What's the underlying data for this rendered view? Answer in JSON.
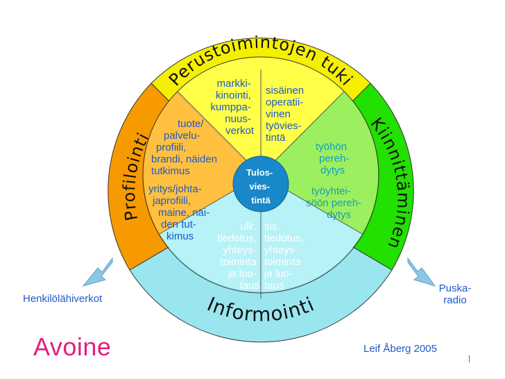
{
  "colors": {
    "yellow": "#f4f000",
    "orange": "#f79a00",
    "green": "#22e000",
    "cyan": "#9ae6ef",
    "inner_yellow": "#ffff48",
    "inner_orange": "#ffc040",
    "inner_green": "#9cf060",
    "inner_cyan": "#b6f2f6",
    "hub": "#1888c8",
    "text_blue": "#2058c8",
    "text_white": "#ffffff",
    "text_black": "#111111",
    "brand": "#e0207a",
    "arrow": "#8ec6e8"
  },
  "ring_labels": {
    "top": "Perustoimintojen tuki",
    "left": "Profilointi",
    "right": "Kiinnittäminen",
    "bottom": "Informointi"
  },
  "hub": {
    "lines": [
      "Tulos-",
      "vies-",
      "tintä"
    ]
  },
  "segments": {
    "top_left": [
      "markki-",
      "kinointi,",
      "kumppa-",
      "nuus-",
      "verkot"
    ],
    "top_right": [
      "sisäinen",
      "operatii-",
      "vinen",
      "työvies-",
      "tintä"
    ],
    "left_upper": [
      "tuote/",
      "palvelu-",
      "profiili,",
      "brandi, näiden",
      "tutkimus"
    ],
    "left_lower": [
      "yritys/johta-",
      "japrofiili,",
      "maine, näi-",
      "den tut-",
      "kimus"
    ],
    "right_upper": [
      "työhön",
      "pereh-",
      "dytys"
    ],
    "right_lower": [
      "työyhtei-",
      "söön pereh-",
      "dytys"
    ],
    "bottom_left": [
      "ulk.",
      "tiedotus,",
      "yhteys-",
      "toiminta",
      "ja luo-",
      "taus"
    ],
    "bottom_right": [
      "sis.",
      "tiedotus,",
      "yhteys-",
      "toiminta",
      "ja luo-",
      "taus"
    ]
  },
  "side_labels": {
    "left": "Henkilölähiverkot",
    "right_lines": [
      "Puska-",
      "radio"
    ]
  },
  "footer": {
    "brand": "Avoine",
    "author": "Leif Åberg 2005"
  }
}
